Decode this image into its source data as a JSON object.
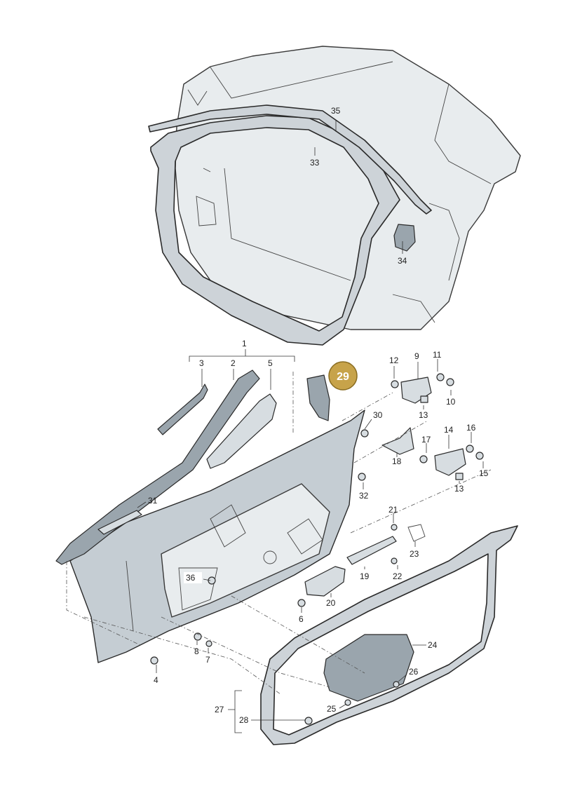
{
  "diagram": {
    "labels": [
      {
        "id": "1",
        "text": "1"
      },
      {
        "id": "2",
        "text": "2"
      },
      {
        "id": "3",
        "text": "3"
      },
      {
        "id": "4",
        "text": "4"
      },
      {
        "id": "5",
        "text": "5"
      },
      {
        "id": "6",
        "text": "6"
      },
      {
        "id": "7",
        "text": "7"
      },
      {
        "id": "8",
        "text": "8"
      },
      {
        "id": "9",
        "text": "9"
      },
      {
        "id": "10",
        "text": "10"
      },
      {
        "id": "11",
        "text": "11"
      },
      {
        "id": "12",
        "text": "12"
      },
      {
        "id": "13a",
        "text": "13"
      },
      {
        "id": "13b",
        "text": "13"
      },
      {
        "id": "14",
        "text": "14"
      },
      {
        "id": "15",
        "text": "15"
      },
      {
        "id": "16",
        "text": "16"
      },
      {
        "id": "17",
        "text": "17"
      },
      {
        "id": "18",
        "text": "18"
      },
      {
        "id": "19",
        "text": "19"
      },
      {
        "id": "20",
        "text": "20"
      },
      {
        "id": "21",
        "text": "21"
      },
      {
        "id": "22",
        "text": "22"
      },
      {
        "id": "23",
        "text": "23"
      },
      {
        "id": "24",
        "text": "24"
      },
      {
        "id": "25",
        "text": "25"
      },
      {
        "id": "26",
        "text": "26"
      },
      {
        "id": "27",
        "text": "27"
      },
      {
        "id": "28",
        "text": "28"
      },
      {
        "id": "30",
        "text": "30"
      },
      {
        "id": "31",
        "text": "31"
      },
      {
        "id": "32",
        "text": "32"
      },
      {
        "id": "33",
        "text": "33"
      },
      {
        "id": "34",
        "text": "34"
      },
      {
        "id": "35",
        "text": "35"
      },
      {
        "id": "36",
        "text": "36"
      }
    ],
    "highlight": {
      "text": "29",
      "color": "#c7a34a"
    }
  }
}
